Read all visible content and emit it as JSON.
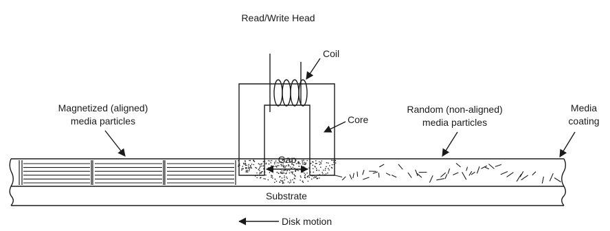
{
  "labels": {
    "head": "Read/Write Head",
    "coil": "Coil",
    "core": "Core",
    "gap": "Gap",
    "magnetized_line1": "Magnetized (aligned)",
    "magnetized_line2": "media particles",
    "random_line1": "Random (non-aligned)",
    "random_line2": "media particles",
    "coating_line1": "Media",
    "coating_line2": "coating",
    "substrate": "Substrate",
    "disk_motion": "Disk motion"
  },
  "colors": {
    "ink": "#1a1a1a",
    "background": "#ffffff"
  }
}
